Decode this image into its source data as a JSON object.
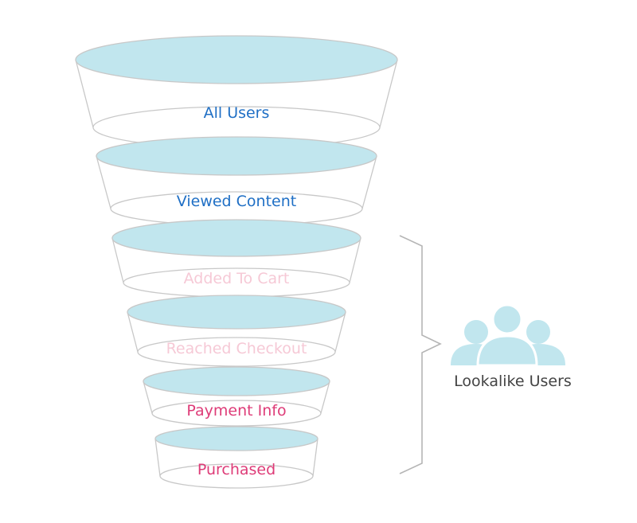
{
  "funnel": {
    "stages": [
      {
        "label": "All Users",
        "label_color": "#1f6fc5"
      },
      {
        "label": "Viewed Content",
        "label_color": "#1f6fc5"
      },
      {
        "label": "Added To Cart",
        "label_color": "#f6c9d6"
      },
      {
        "label": "Reached Checkout",
        "label_color": "#f6c9d6"
      },
      {
        "label": "Payment Info",
        "label_color": "#de3c78"
      },
      {
        "label": "Purchased",
        "label_color": "#de3c78"
      }
    ],
    "top_fill": "#c1e6ee",
    "outline": "#c8c8c8"
  },
  "lookalike": {
    "label": "Lookalike Users",
    "label_color": "#444444",
    "icon": "group-icon",
    "icon_color": "#c1e6ee"
  }
}
